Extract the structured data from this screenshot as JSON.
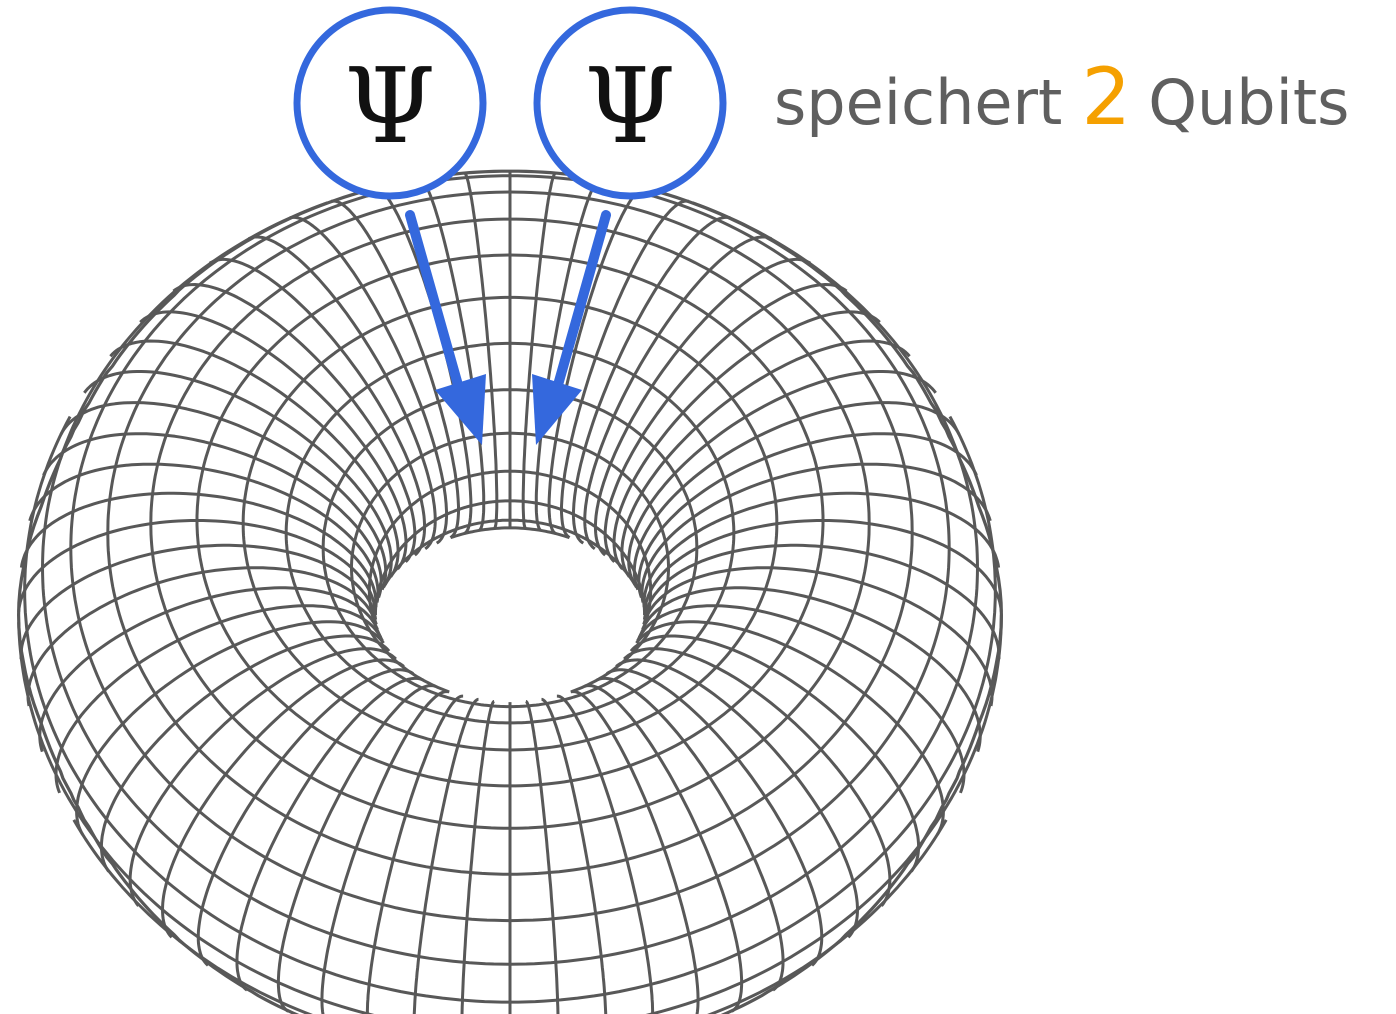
{
  "symbols": [
    "Ψ",
    "Ψ"
  ],
  "caption": {
    "prefix": "speichert",
    "number": "2",
    "suffix": "Qubits"
  },
  "colors": {
    "accent_blue": "#3468dd",
    "number_orange": "#f5a000",
    "caption_gray": "#5f5f5f",
    "mesh_gray": "#585858"
  },
  "torus_mesh": {
    "meridians": 64,
    "parallels": 24
  }
}
